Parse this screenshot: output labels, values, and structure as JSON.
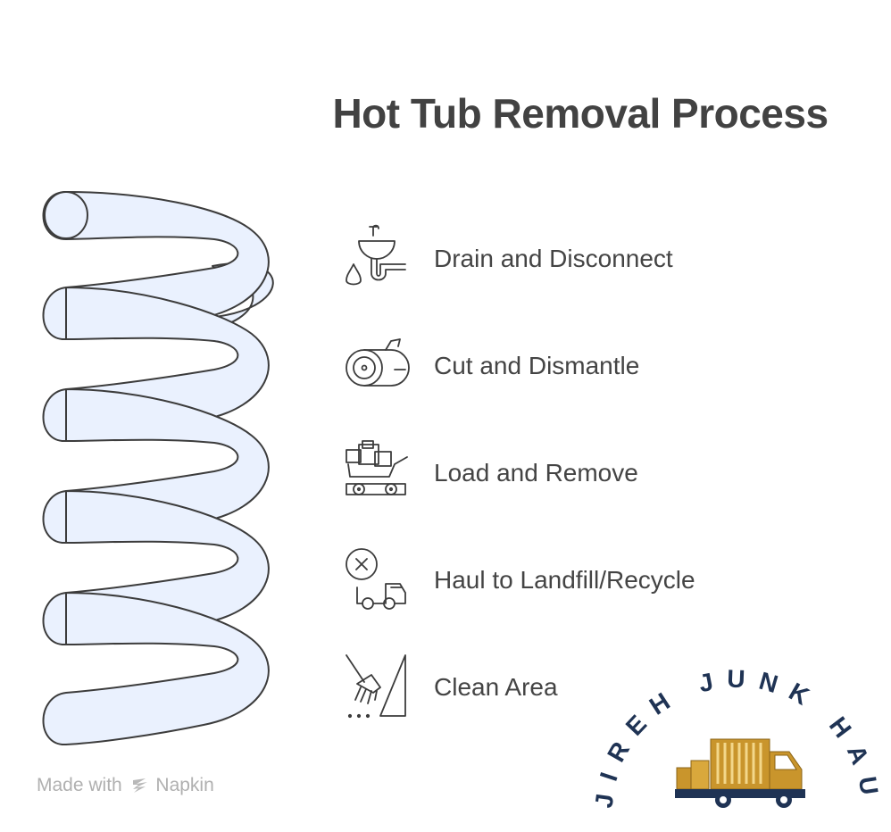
{
  "title": "Hot Tub Removal Process",
  "steps": [
    {
      "label": "Drain and Disconnect",
      "icon": "sink-drain-icon"
    },
    {
      "label": "Cut and Dismantle",
      "icon": "log-cut-icon"
    },
    {
      "label": "Load and Remove",
      "icon": "cart-load-icon"
    },
    {
      "label": "Haul to Landfill/Recycle",
      "icon": "truck-haul-icon"
    },
    {
      "label": "Clean Area",
      "icon": "broom-sweep-icon"
    }
  ],
  "footer": {
    "made_with": "Made with",
    "brand": "Napkin"
  },
  "logo": {
    "text": "JIREH JUNK HAULERS"
  },
  "colors": {
    "spring_fill": "#eaf1fe",
    "stroke": "#3c3c3c",
    "logo_text": "#1f3354",
    "truck_gold": "#c9952c"
  }
}
